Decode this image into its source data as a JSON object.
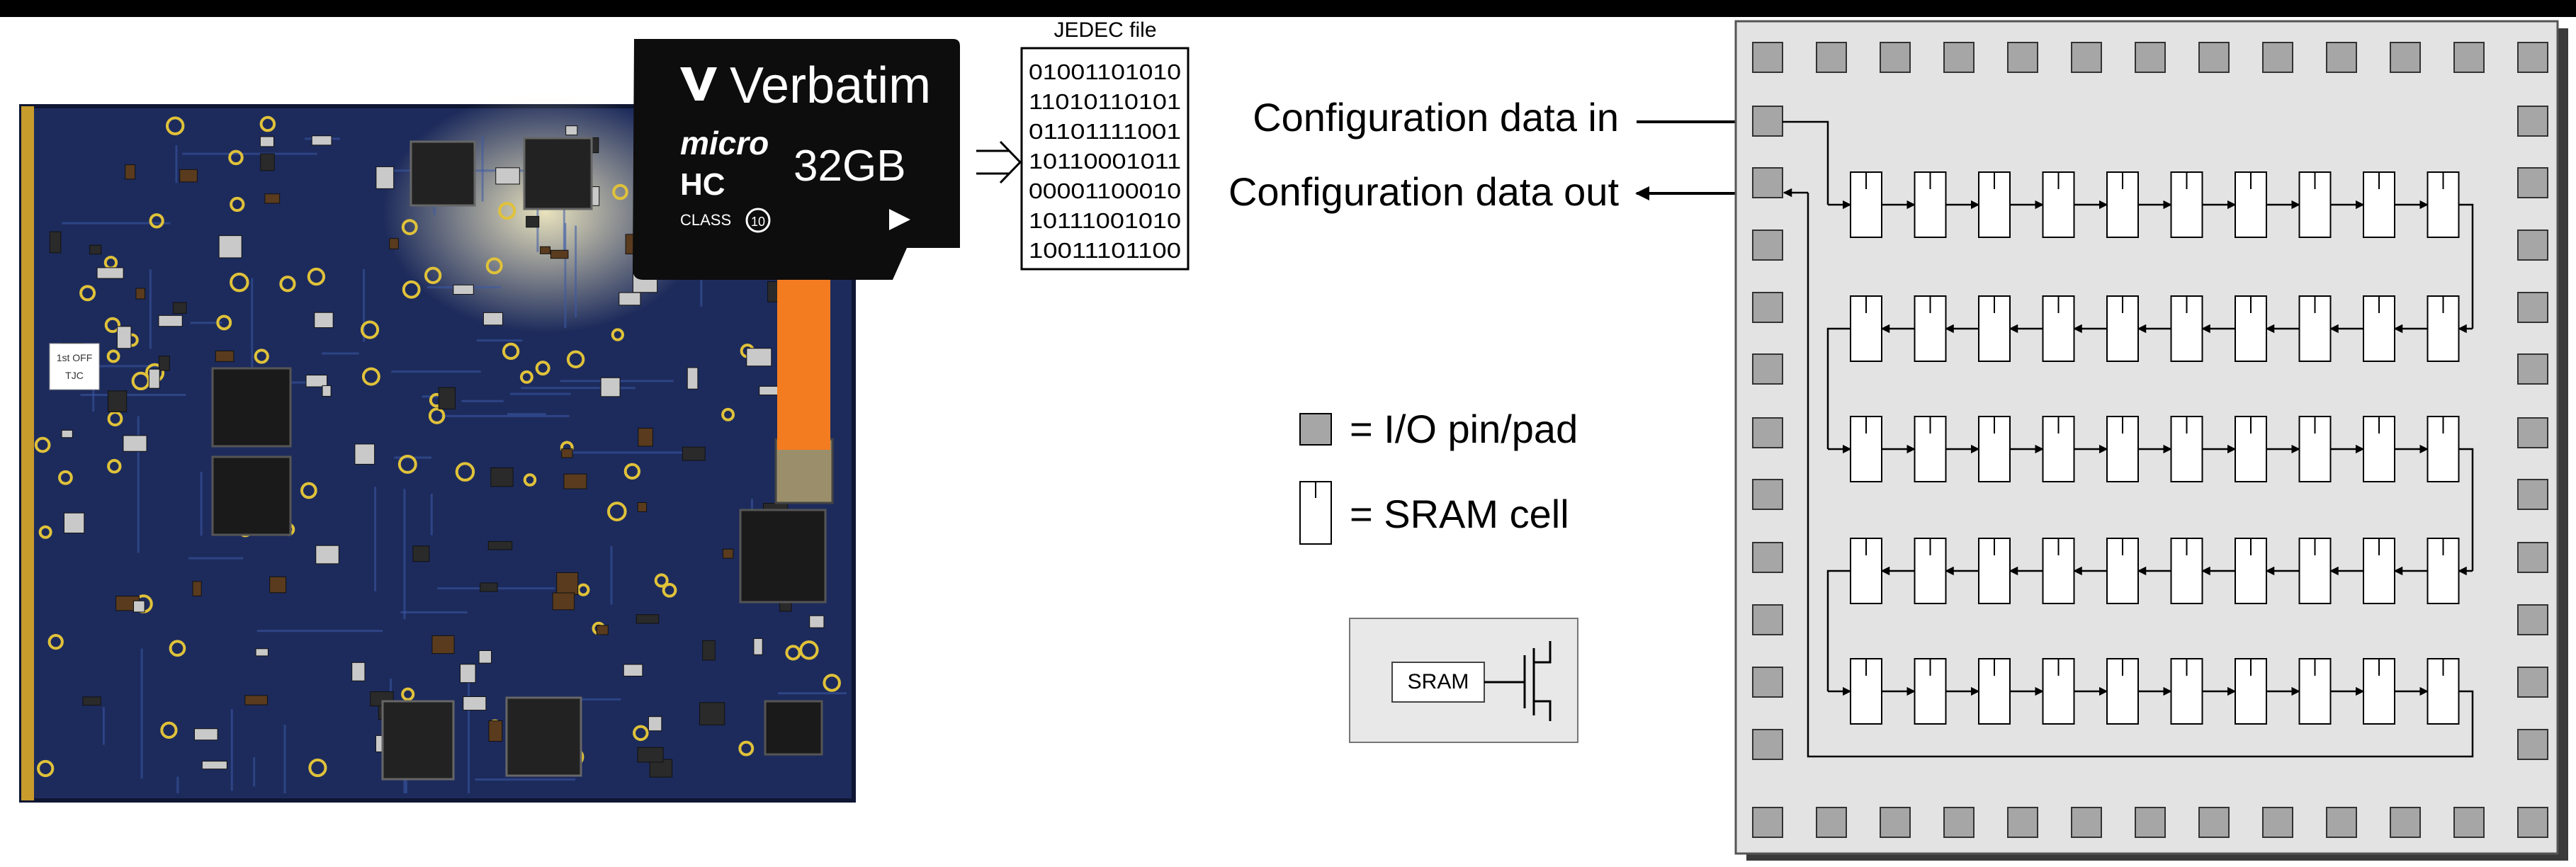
{
  "card": {
    "brand": "Verbatim",
    "logo_top": "micro",
    "logo_bottom": "HC",
    "capacity": "32GB",
    "class_label": "CLASS",
    "class_number": "10",
    "colors": {
      "body": "#0d0d0d",
      "text": "#ffffff"
    }
  },
  "jedec": {
    "title": "JEDEC file",
    "lines": [
      "0100110101 0",
      "11010110101",
      "01101111001",
      "10110001011",
      "00001100010",
      "10111001010",
      "10011101100"
    ]
  },
  "board": {
    "sticker_line1": "1st OFF",
    "sticker_line2": "TJC",
    "arrow_color": "#f47c20",
    "pcb_color": "#1d2b5c"
  },
  "config": {
    "data_in_label": "Configuration data in",
    "data_out_label": "Configuration data out"
  },
  "legend": {
    "io_label": "= I/O pin/pad",
    "sram_label": "= SRAM cell",
    "io_color": "#a6a6a6"
  },
  "sram_detail": {
    "box_label": "SRAM"
  },
  "chip": {
    "background": "#e3e3e3",
    "border": "#555555",
    "pad_color": "#a6a6a6",
    "cell_rows": 5,
    "cells_per_row": 10
  }
}
